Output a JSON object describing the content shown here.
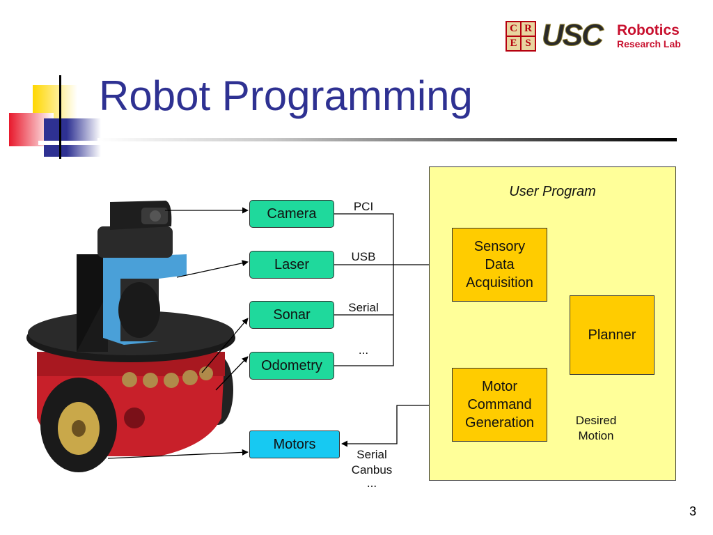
{
  "slide": {
    "title": "Robot Programming",
    "page_number": "3"
  },
  "logo": {
    "cres_letters": [
      "C",
      "R",
      "E",
      "S"
    ],
    "usc_text": "USC",
    "robotics_text": "Robotics",
    "research_lab_text": "Research Lab"
  },
  "diagram": {
    "sensors": [
      {
        "id": "camera",
        "label": "Camera",
        "link": "PCI"
      },
      {
        "id": "laser",
        "label": "Laser",
        "link": "USB"
      },
      {
        "id": "sonar",
        "label": "Sonar",
        "link": "Serial"
      },
      {
        "id": "odometry",
        "label": "Odometry",
        "link": "..."
      }
    ],
    "actuator": {
      "label": "Motors",
      "link_lines": [
        "Serial",
        "Canbus",
        "..."
      ]
    },
    "user_program": {
      "title": "User Program",
      "sensory": [
        "Sensory",
        "Data",
        "Acquisition"
      ],
      "planner": "Planner",
      "motor": [
        "Motor",
        "Command",
        "Generation"
      ],
      "desired_motion": [
        "Desired",
        "Motion"
      ]
    }
  },
  "colors": {
    "title": "#2e3192",
    "sensor_box": "#1fd99c",
    "motor_box": "#17c9f2",
    "program_box": "#ffcc00",
    "program_panel": "#ffff99"
  }
}
